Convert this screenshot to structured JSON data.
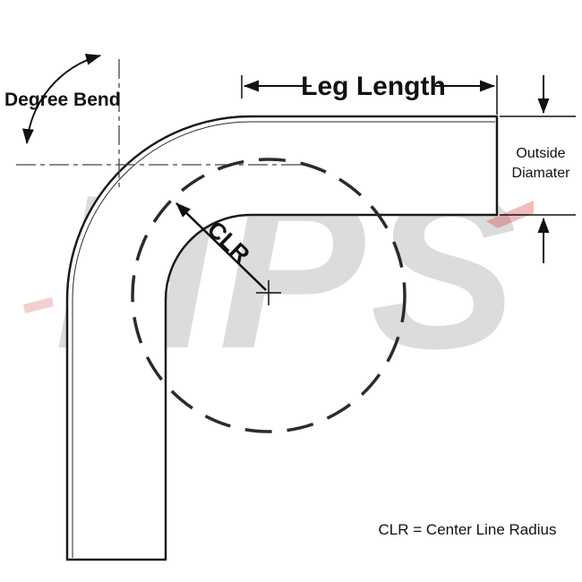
{
  "diagram": {
    "watermark": "HPS",
    "labels": {
      "degree_bend": "Degree Bend",
      "leg_length": "Leg Length",
      "outside_diameter_line1": "Outside",
      "outside_diameter_line2": "Diamater",
      "clr": "CLR",
      "clr_note": "CLR = Center Line Radius"
    },
    "colors": {
      "background": "#ffffff",
      "line": "#1a1a1a",
      "centerline": "#444444",
      "dashed_circle": "#2b2b2b",
      "watermark": "#dcdcdc",
      "accent_red": "#cc2229"
    }
  }
}
